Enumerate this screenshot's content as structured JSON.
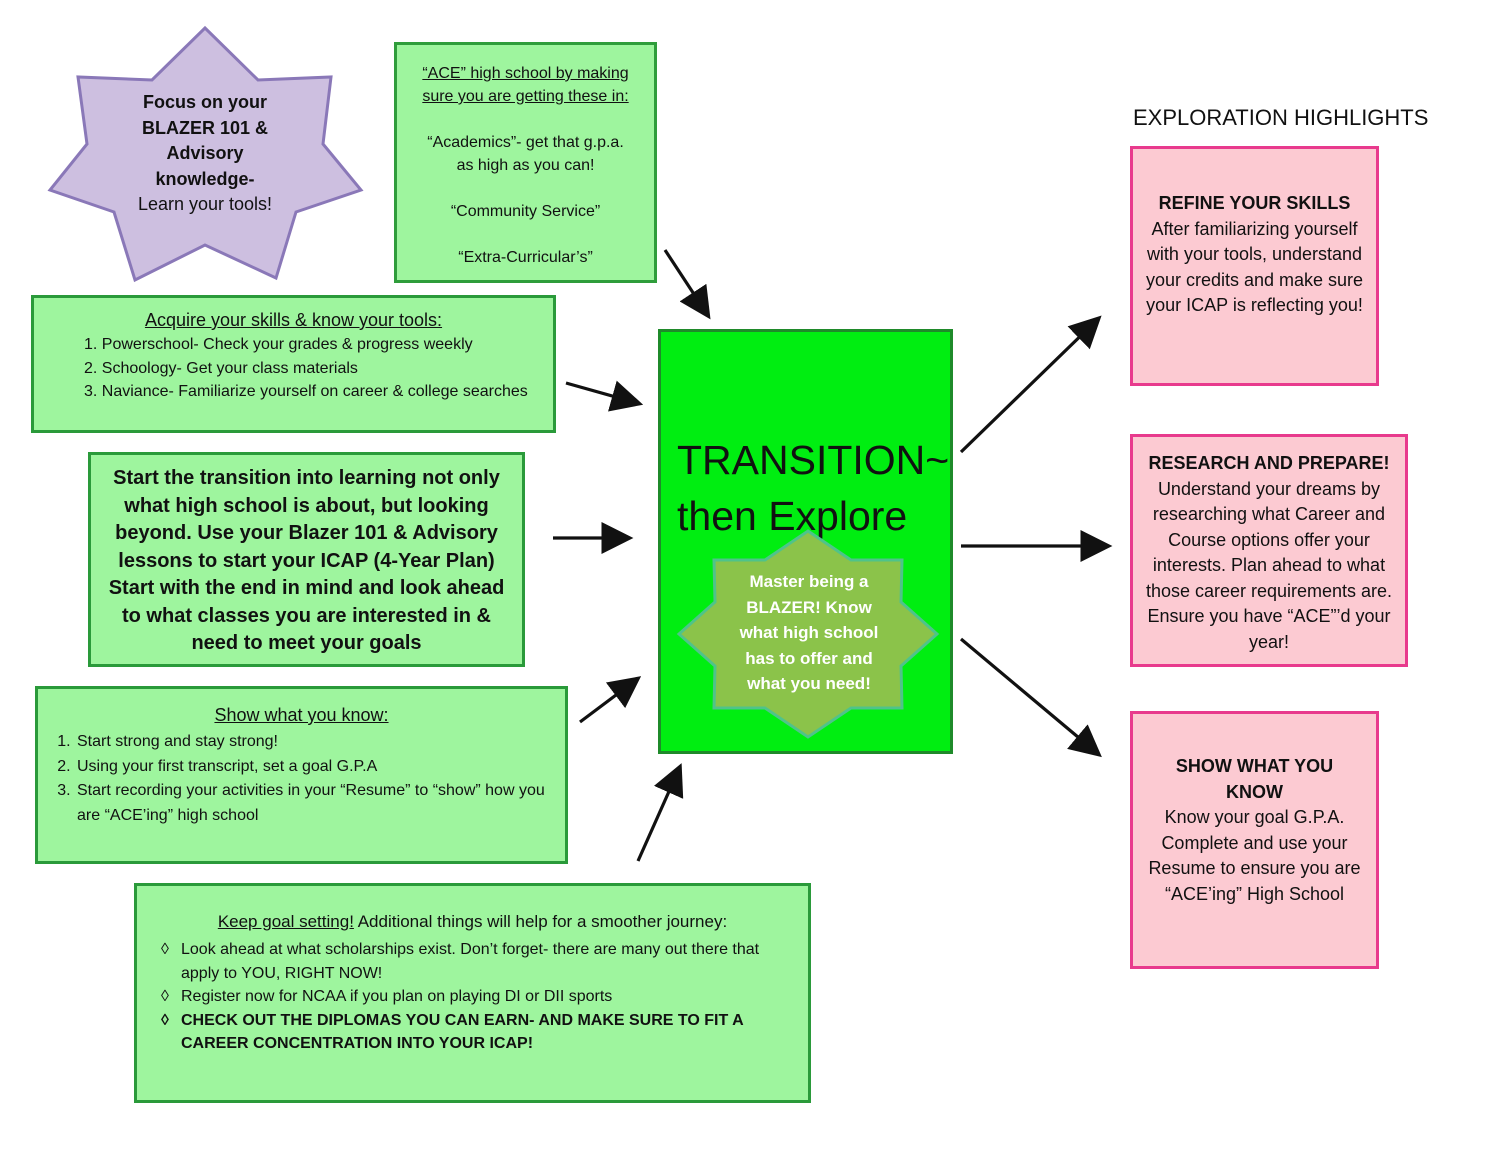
{
  "star_focus": {
    "line1": "Focus on your",
    "line2": "BLAZER 101 &",
    "line3": "Advisory",
    "line4": "knowledge-",
    "line5": "Learn your tools!",
    "color": "#cdbfe0"
  },
  "ace": {
    "title_line1": "“ACE” high school by making",
    "title_line2": "sure you are getting these in:",
    "item1_line1": "“Academics”- get that g.p.a.",
    "item1_line2": "as high as you can!",
    "item2": "“Community Service”",
    "item3": "“Extra-Curricular’s”"
  },
  "acquire": {
    "title": "Acquire your skills & know your tools:",
    "items": [
      "Powerschool- Check your grades & progress weekly",
      "Schoology- Get your class materials",
      "Naviance- Familiarize yourself on career & college searches"
    ]
  },
  "transition_text": "Start the transition into learning not only what high school is about, but looking beyond.  Use your Blazer 101 & Advisory lessons to start your ICAP (4-Year Plan) Start with the end in mind and look ahead to what classes you are interested in & need to meet your goals",
  "show": {
    "title": "Show what you know:",
    "items": [
      "Start strong and stay strong!",
      "Using your first transcript, set a goal G.P.A",
      "Start recording your activities in your “Resume” to “show” how you are “ACE’ing” high school"
    ]
  },
  "goal": {
    "title_underlined": "Keep goal setting!",
    "title_rest": " Additional things will help for a smoother journey:",
    "bullet": "◊",
    "items": [
      "Look ahead at what scholarships exist. Don’t forget- there are many out there that apply to YOU, RIGHT NOW!",
      "Register now for NCAA if you plan on playing DI or DII sports"
    ],
    "item_bold": "CHECK OUT THE DIPLOMAS YOU CAN EARN- AND MAKE SURE TO FIT A CAREER CONCENTRATION INTO YOUR ICAP!"
  },
  "center": {
    "title_line1": "TRANSITION~",
    "title_line2": "then Explore",
    "star_text": "Master being a BLAZER! Know what high school has to offer and what you need!",
    "color": "#00ee11",
    "star_color": "#8bc34a"
  },
  "exploration": {
    "heading": "EXPLORATION HIGHLIGHTS",
    "refine": {
      "title": "REFINE YOUR SKILLS",
      "body": "After familiarizing yourself with your tools, understand your credits and make sure your ICAP is reflecting you!"
    },
    "research": {
      "title": "RESEARCH AND PREPARE!",
      "body": "Understand your dreams by researching what Career and Course options offer your interests. Plan ahead to what those career requirements are. Ensure you have “ACE”’d your year!"
    },
    "showknow": {
      "title_line1": "SHOW WHAT YOU",
      "title_line2": "KNOW",
      "body": "Know your goal G.P.A. Complete and use your Resume to ensure you are “ACE’ing” High School"
    },
    "pink_color": "#fccad2",
    "pink_border": "#e83a8d"
  }
}
